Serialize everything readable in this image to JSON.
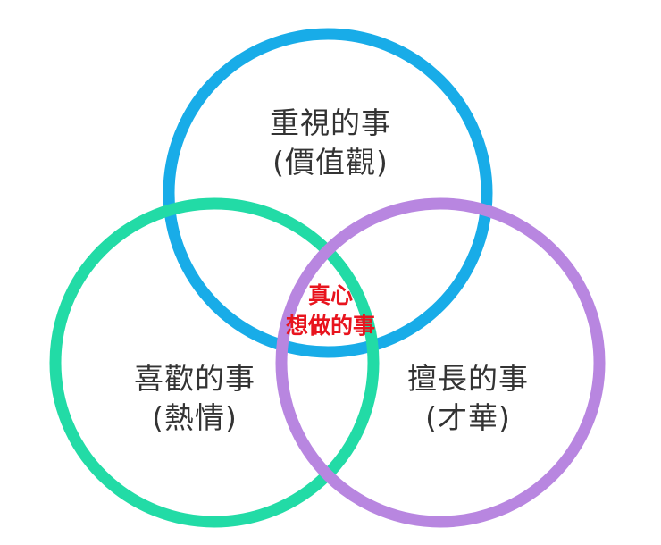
{
  "circles": {
    "top": {
      "line1": "重視的事",
      "line2": "(價值觀)",
      "color": "#18ace8"
    },
    "left": {
      "line1": "喜歡的事",
      "line2": "(熱情)",
      "color": "#22dba6"
    },
    "right": {
      "line1": "擅長的事",
      "line2": "(才華)",
      "color": "#b886e0"
    }
  },
  "center": {
    "line1": "真心",
    "line2": "想做的事",
    "color": "#e8141e"
  }
}
